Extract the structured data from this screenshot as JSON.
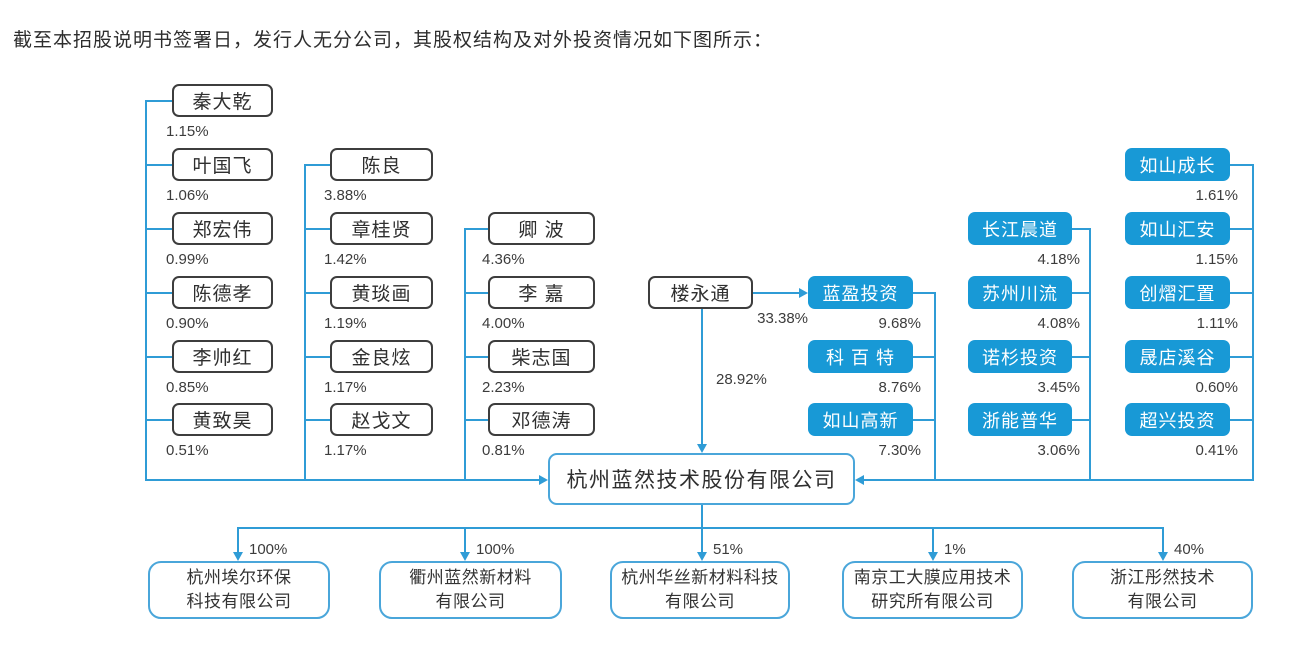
{
  "page": {
    "title": "截至本招股说明书签署日，发行人无分公司，其股权结构及对外投资情况如下图所示："
  },
  "colors": {
    "institution_fill": "#1899d6",
    "connector": "#2f9cd6",
    "company_border": "#4aa6da",
    "person_border": "#3d3d3d",
    "text": "#333333"
  },
  "company": {
    "name": "杭州蓝然技术股份有限公司"
  },
  "diagram": {
    "individual_columns": [
      {
        "items": [
          {
            "name": "秦大乾",
            "percent": "1.15%"
          },
          {
            "name": "叶国飞",
            "percent": "1.06%"
          },
          {
            "name": "郑宏伟",
            "percent": "0.99%"
          },
          {
            "name": "陈德孝",
            "percent": "0.90%"
          },
          {
            "name": "李帅红",
            "percent": "0.85%"
          },
          {
            "name": "黄致昊",
            "percent": "0.51%"
          }
        ]
      },
      {
        "items": [
          {
            "name": "陈良",
            "percent": "3.88%"
          },
          {
            "name": "章桂贤",
            "percent": "1.42%"
          },
          {
            "name": "黄琰画",
            "percent": "1.19%"
          },
          {
            "name": "金良炫",
            "percent": "1.17%"
          },
          {
            "name": "赵戈文",
            "percent": "1.17%"
          }
        ]
      },
      {
        "items": [
          {
            "name": "卿 波",
            "percent": "4.36%"
          },
          {
            "name": "李 嘉",
            "percent": "4.00%"
          },
          {
            "name": "柴志国",
            "percent": "2.23%"
          },
          {
            "name": "邓德涛",
            "percent": "0.81%"
          }
        ]
      }
    ],
    "actual_controller": {
      "name": "楼永通",
      "stake_in_lanying": "33.38%",
      "direct_stake": "28.92%"
    },
    "institution_columns": [
      {
        "items": [
          {
            "name": "蓝盈投资",
            "percent": "9.68%"
          },
          {
            "name": "科 百 特",
            "percent": "8.76%"
          },
          {
            "name": "如山高新",
            "percent": "7.30%"
          }
        ]
      },
      {
        "items": [
          {
            "name": "长江晨道",
            "percent": "4.18%"
          },
          {
            "name": "苏州川流",
            "percent": "4.08%"
          },
          {
            "name": "诺杉投资",
            "percent": "3.45%"
          },
          {
            "name": "浙能普华",
            "percent": "3.06%"
          }
        ]
      },
      {
        "items": [
          {
            "name": "如山成长",
            "percent": "1.61%"
          },
          {
            "name": "如山汇安",
            "percent": "1.15%"
          },
          {
            "name": "创熠汇置",
            "percent": "1.11%"
          },
          {
            "name": "晟店溪谷",
            "percent": "0.60%"
          },
          {
            "name": "超兴投资",
            "percent": "0.41%"
          }
        ]
      }
    ],
    "subsidiaries": [
      {
        "name_lines": [
          "杭州埃尔环保",
          "科技有限公司"
        ],
        "percent": "100%"
      },
      {
        "name_lines": [
          "衢州蓝然新材料",
          "有限公司"
        ],
        "percent": "100%"
      },
      {
        "name_lines": [
          "杭州华丝新材料科技",
          "有限公司"
        ],
        "percent": "51%"
      },
      {
        "name_lines": [
          "南京工大膜应用技术",
          "研究所有限公司"
        ],
        "percent": "1%"
      },
      {
        "name_lines": [
          "浙江彤然技术",
          "有限公司"
        ],
        "percent": "40%"
      }
    ]
  }
}
